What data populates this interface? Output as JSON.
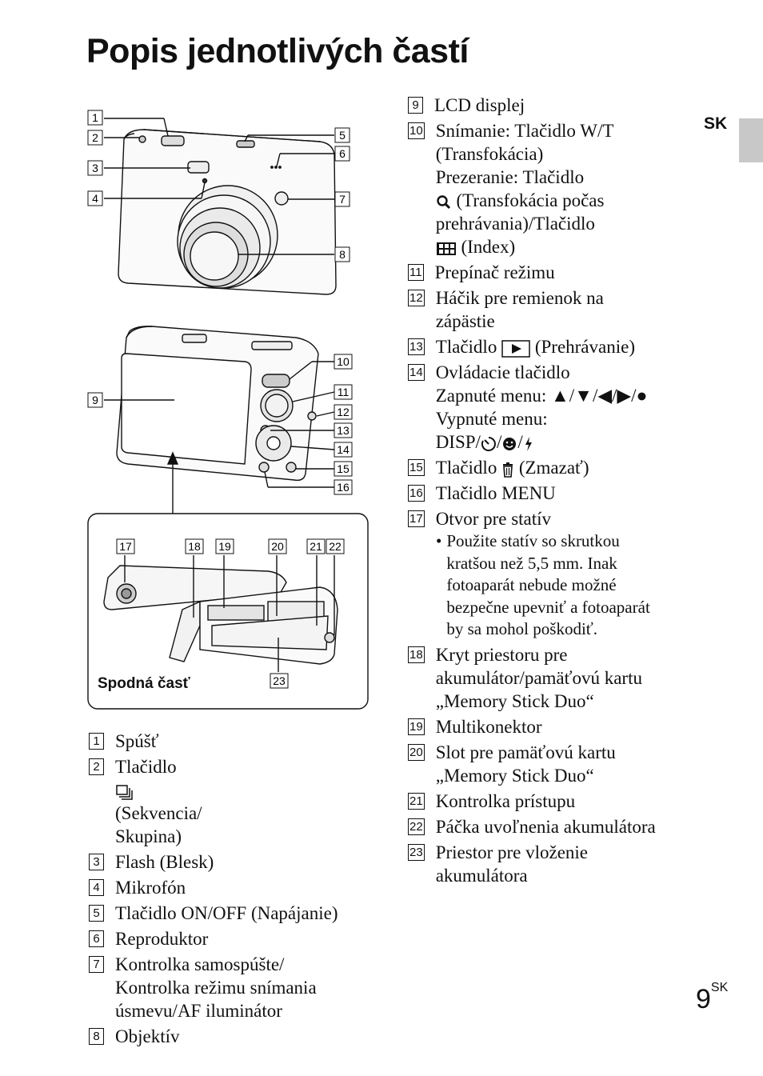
{
  "title": "Popis jednotlivých častí",
  "lang_tab": "SK",
  "page_number": "9",
  "page_suffix": "SK",
  "diagram": {
    "bottom_label": "Spodná časť",
    "callouts": [
      "1",
      "2",
      "3",
      "4",
      "5",
      "6",
      "7",
      "8",
      "9",
      "10",
      "11",
      "12",
      "13",
      "14",
      "15",
      "16",
      "17",
      "18",
      "19",
      "20",
      "21",
      "22",
      "23"
    ]
  },
  "left_items": [
    {
      "num": "1",
      "text": "Spúšť"
    },
    {
      "num": "2",
      "text_before": "Tlačidlo",
      "icon": "burst-icon",
      "text_after": "(Sekvencia/\nSkupina)"
    },
    {
      "num": "3",
      "text": "Flash (Blesk)"
    },
    {
      "num": "4",
      "text": "Mikrofón"
    },
    {
      "num": "5",
      "text": "Tlačidlo ON/OFF (Napájanie)"
    },
    {
      "num": "6",
      "text": "Reproduktor"
    },
    {
      "num": "7",
      "text": "Kontrolka samospúšte/\nKontrolka režimu snímania\núsmevu/AF iluminátor"
    },
    {
      "num": "8",
      "text": "Objektív"
    }
  ],
  "right_items": [
    {
      "num": "9",
      "text": "LCD displej"
    },
    {
      "num": "10",
      "lines": [
        "Snímanie: Tlačidlo W/T",
        "(Transfokácia)",
        "Prezeranie: Tlačidlo"
      ],
      "zoom_line": "(Transfokácia počas",
      "zoom_line2": "prehrávania)/Tlačidlo",
      "index_line": "(Index)"
    },
    {
      "num": "11",
      "text": "Prepínač režimu"
    },
    {
      "num": "12",
      "text": "Háčik pre remienok na\nzápästie"
    },
    {
      "num": "13",
      "text_before": "Tlačidlo",
      "icon": "play-icon",
      "text_after": "(Prehrávanie)"
    },
    {
      "num": "14",
      "line1": "Ovládacie tlačidlo",
      "line2": "Zapnuté menu: ▲/▼/◀/▶/●",
      "line3": "Vypnuté menu:",
      "line4": "DISP/",
      "line4_icons": "self-timer-icon, smile-icon, flash-icon"
    },
    {
      "num": "15",
      "text_before": "Tlačidlo",
      "icon": "trash-icon",
      "text_after": "(Zmazať)"
    },
    {
      "num": "16",
      "text": "Tlačidlo MENU"
    },
    {
      "num": "17",
      "text": "Otvor pre statív",
      "note": "Použite statív so skrutkou\nkratšou než 5,5 mm. Inak\nfotoaparát nebude možné\nbezpečne upevniť a fotoaparát\nby sa mohol poškodiť."
    },
    {
      "num": "18",
      "text": "Kryt priestoru pre\nakumulátor/pamäťovú kartu\n„Memory Stick Duo“"
    },
    {
      "num": "19",
      "text": "Multikonektor"
    },
    {
      "num": "20",
      "text": "Slot pre pamäťovú kartu\n„Memory Stick Duo“"
    },
    {
      "num": "21",
      "text": "Kontrolka prístupu"
    },
    {
      "num": "22",
      "text": "Páčka uvoľnenia akumulátora"
    },
    {
      "num": "23",
      "text": "Priestor pre vloženie\nakumulátora"
    }
  ]
}
